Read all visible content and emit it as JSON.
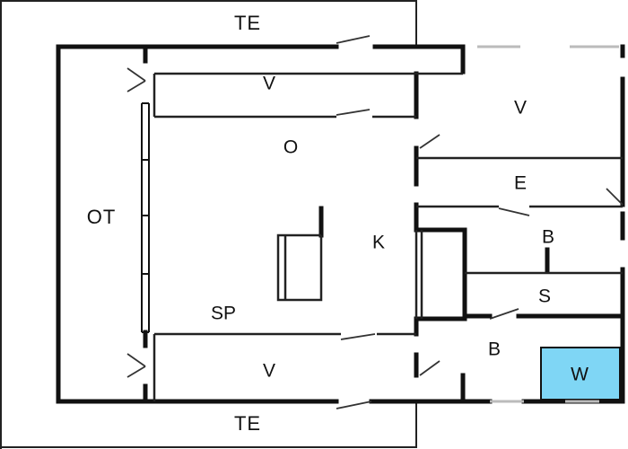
{
  "plan": {
    "colors": {
      "wall": "#111111",
      "thin_line": "#333333",
      "terrace_outline": "#222222",
      "window_line": "#bbbbbb",
      "utility_fill": "#7fd6f5",
      "background": "#ffffff"
    },
    "rooms": {
      "terrace_top": "TE",
      "terrace_bottom": "TE",
      "covered_terrace": "OT",
      "bedroom_top_left": "V",
      "bedroom_top_right": "V",
      "bedroom_bottom": "V",
      "living_room": "O",
      "kitchen": "K",
      "dining": "SP",
      "entrance": "E",
      "bathroom_top": "B",
      "bathroom_bottom": "B",
      "sauna": "S",
      "utility": "W"
    }
  }
}
